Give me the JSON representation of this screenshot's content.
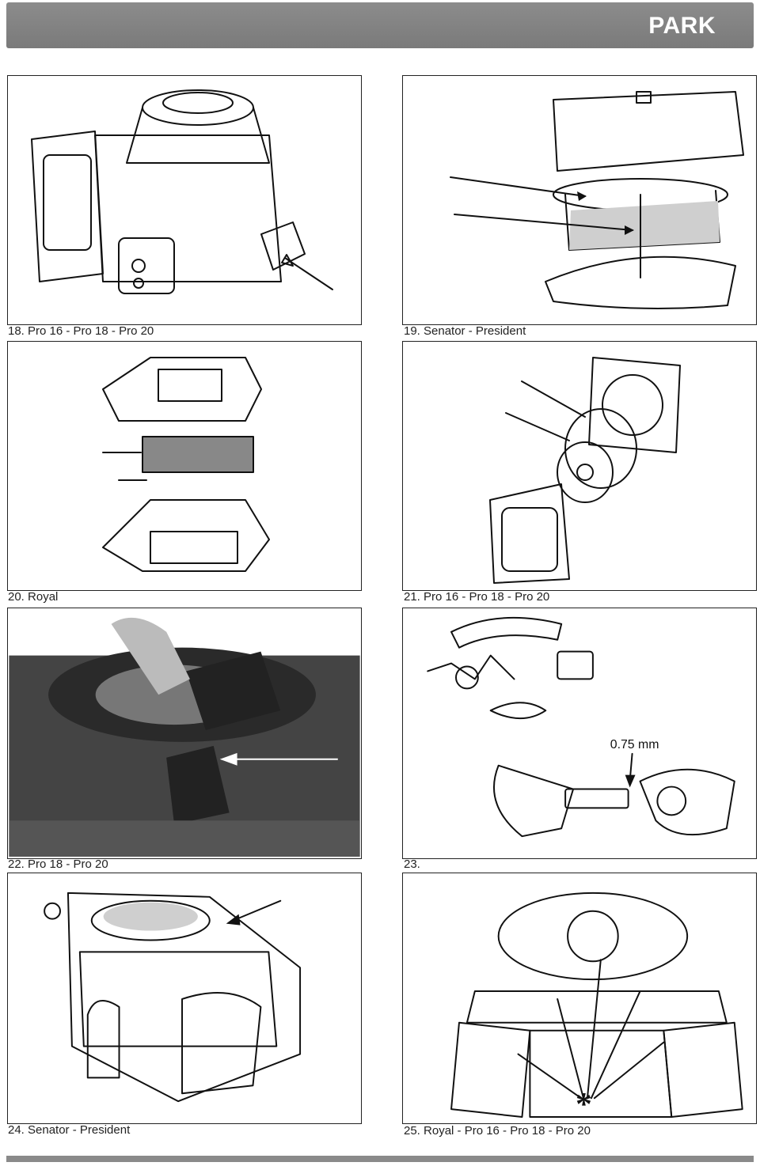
{
  "header": {
    "title": "PARK"
  },
  "figures": [
    {
      "caption": "18. Pro 16 - Pro 18 - Pro 20"
    },
    {
      "caption": "19. Senator - President"
    },
    {
      "caption": "20. Royal"
    },
    {
      "caption": "21. Pro 16 - Pro 18 - Pro 20"
    },
    {
      "caption": "22. Pro 18 - Pro 20"
    },
    {
      "caption": "23.",
      "measurement": "0.75 mm"
    },
    {
      "caption": "24. Senator - President"
    },
    {
      "caption": "25. Royal - Pro 16 - Pro 18 - Pro 20",
      "mark": "*"
    }
  ]
}
